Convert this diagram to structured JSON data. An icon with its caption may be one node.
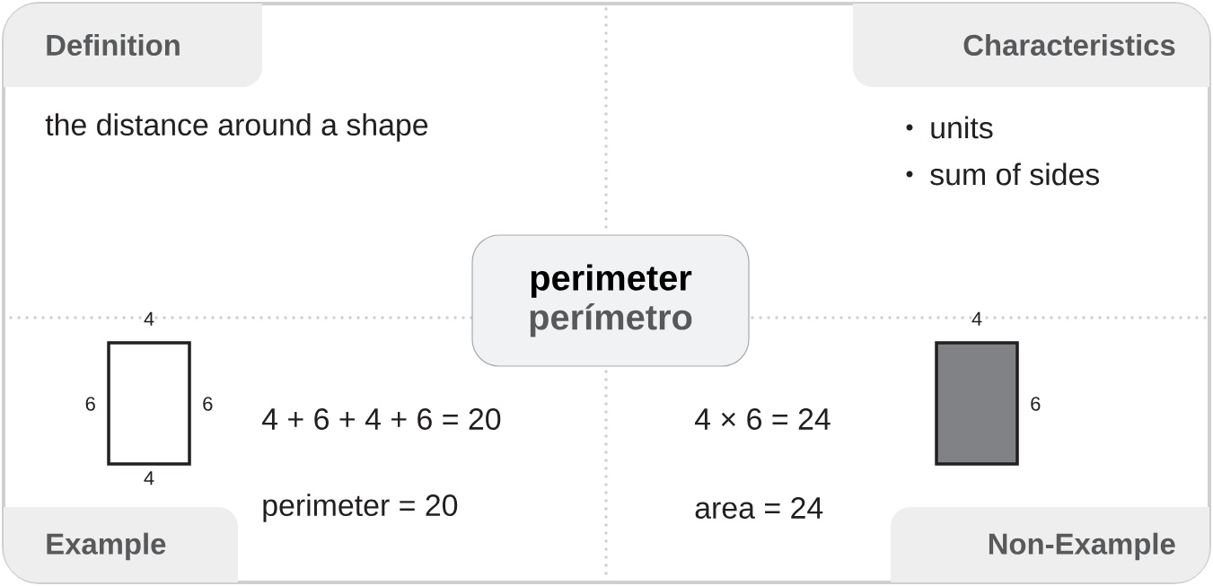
{
  "diagram": {
    "nodes": [
      {
        "text": [
          "Definition"
        ]
      },
      {
        "text": [
          "Characteristics"
        ]
      },
      {
        "text": [
          "perimeter",
          "perímetro"
        ]
      },
      {
        "text": [],
        "shape": "box",
        "beside": [
          "4",
          "6",
          "6",
          "4"
        ]
      },
      {
        "text": [
          "Example"
        ]
      },
      {
        "text": [],
        "shape": "box",
        "beside": [
          "4",
          "6"
        ]
      },
      {
        "text": [
          "Non-Example"
        ]
      }
    ],
    "labels": [
      "the distance around a shape",
      "units",
      "sum of sides",
      "4 + 6 + 4 + 6 = 20",
      "4 × 6 = 24",
      "perimeter = 20",
      "area = 24"
    ]
  }
}
